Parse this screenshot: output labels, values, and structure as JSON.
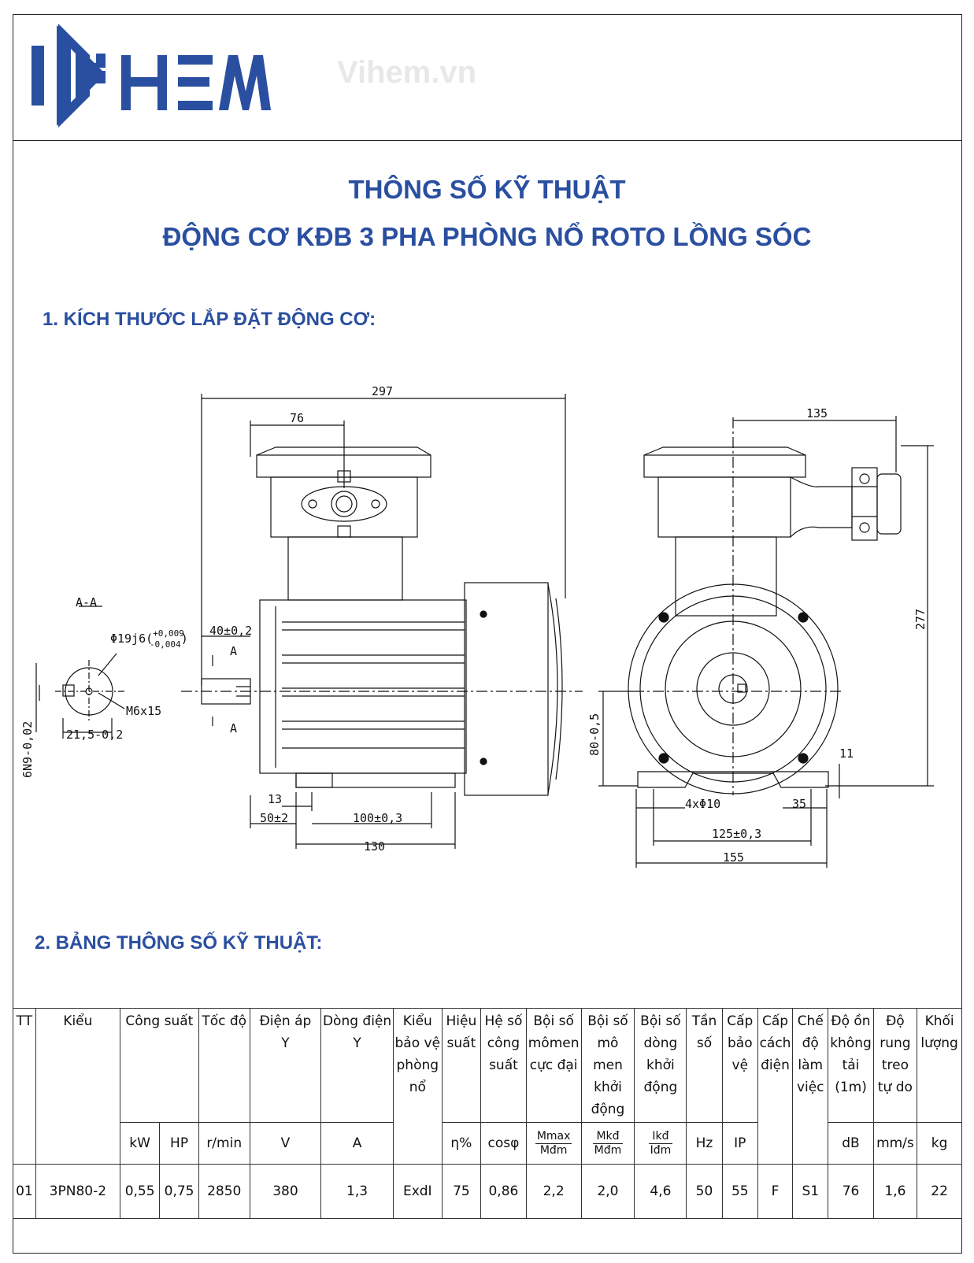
{
  "brand": {
    "logo_text": "HEM",
    "watermark": "Vihem.vn",
    "color": "#2a4fa0"
  },
  "title": {
    "line1": "THÔNG SỐ KỸ THUẬT",
    "line2": "ĐỘNG CƠ KĐB 3 PHA PHÒNG NỔ ROTO LỒNG SÓC"
  },
  "section1": "1. KÍCH THƯỚC LẮP ĐẶT ĐỘNG CƠ:",
  "section2": "2. BẢNG THÔNG SỐ KỸ THUẬT:",
  "drawing": {
    "section_label": "A-A",
    "shaft_dia": "Φ19j6(+0,009 -0,004)",
    "shaft_dia_main": "Φ19j6(",
    "shaft_tol_up": "+0,009",
    "shaft_tol_down": "-0,004",
    "shaft_tol_close": ")",
    "thread": "M6x15",
    "key_depth": "21,5-0,2",
    "key_width": "6N9-0,02",
    "shaft_length": "40±0,2",
    "section_mark": "A",
    "overall_length": "297",
    "box_offset": "76",
    "foot_13": "13",
    "foot_50": "50±2",
    "foot_100": "100±0,3",
    "foot_130": "130",
    "width_135": "135",
    "height_277": "277",
    "shaft_height": "80-0,5",
    "foot_thickness": "11",
    "holes": "4xΦ10",
    "dim_35": "35",
    "dim_125": "125±0,3",
    "dim_155": "155"
  },
  "table": {
    "headers": {
      "tt": "TT",
      "kieu": "Kiểu",
      "cong_suat": "Công suất",
      "toc_do": "Tốc độ",
      "dien_ap": "Điện áp",
      "dien_ap_y": "Y",
      "dong_dien": "Dòng điện",
      "dong_dien_y": "Y",
      "bao_ve": "Kiểu bảo vệ phòng nổ",
      "hieu_suat": "Hiệu suất",
      "cong_suat_he_so": "Hệ số công suất",
      "momen_max": "Bội số mômen cực đại",
      "momen_kd": "Bội số mô men khởi động",
      "dong_kd": "Bội số dòng khởi động",
      "tan_so": "Tần số",
      "cap_bao_ve": "Cấp bảo vệ",
      "cach_dien": "Cấp cách điện",
      "che_do": "Chế độ làm việc",
      "do_on": "Độ ồn không tải (1m)",
      "do_rung": "Độ rung treo tự do",
      "khoi_luong": "Khối lượng"
    },
    "units": {
      "kw": "kW",
      "hp": "HP",
      "rmin": "r/min",
      "v": "V",
      "a": "A",
      "eta": "η%",
      "cos": "cosφ",
      "mmax_n": "Mmax",
      "mmax_d": "Mđm",
      "mkd_n": "Mkđ",
      "mkd_d": "Mđm",
      "ikd_n": "Ikđ",
      "ikd_d": "Iđm",
      "hz": "Hz",
      "ip": "IP",
      "db": "dB",
      "mms": "mm/s",
      "kg": "kg"
    },
    "row": {
      "tt": "01",
      "kieu": "3PN80-2",
      "kw": "0,55",
      "hp": "0,75",
      "rmin": "2850",
      "v": "380",
      "a": "1,3",
      "exd": "ExdI",
      "eta": "75",
      "cos": "0,86",
      "mmax": "2,2",
      "mkd": "2,0",
      "ikd": "4,6",
      "hz": "50",
      "ip": "55",
      "cach_dien": "F",
      "che_do": "S1",
      "db": "76",
      "mms": "1,6",
      "kg": "22"
    }
  }
}
